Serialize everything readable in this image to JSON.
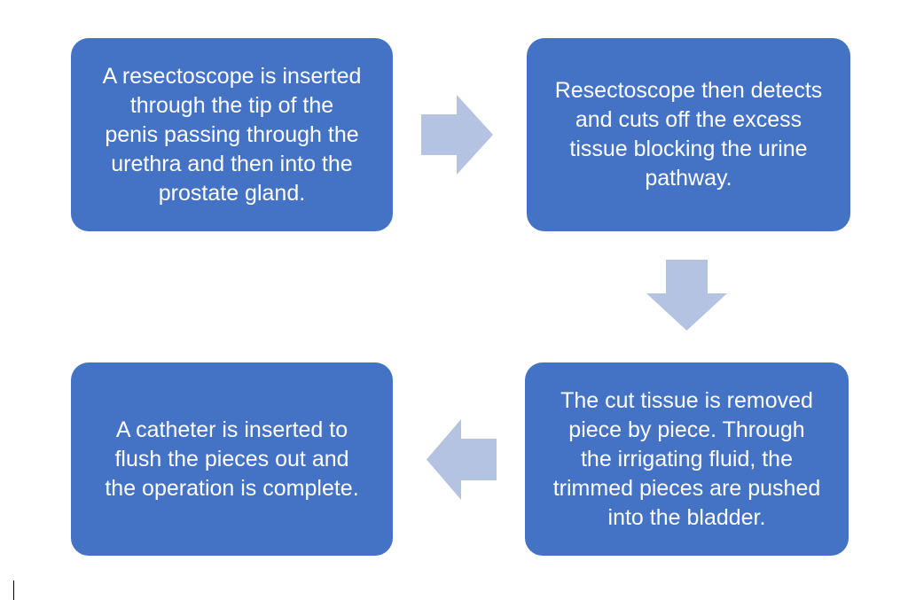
{
  "colors": {
    "step_fill": "#4472c4",
    "arrow_fill": "#b4c3e1",
    "text": "#ffffff",
    "background": "#ffffff"
  },
  "steps": [
    {
      "text": "A resectoscope is inserted\nthrough the tip of the\npenis passing through the\nurethra and then into the\nprostate gland."
    },
    {
      "text": "Resectoscope then detects\nand cuts off the excess\ntissue blocking the urine\npathway."
    },
    {
      "text": "The cut tissue is removed\npiece by piece. Through\nthe irrigating fluid, the\ntrimmed pieces are pushed\ninto the bladder."
    },
    {
      "text": "A catheter is inserted to\nflush the pieces out and\nthe operation is complete."
    }
  ],
  "arrows": [
    {
      "icon": "arrow-right-icon",
      "from": 1,
      "to": 2
    },
    {
      "icon": "arrow-down-icon",
      "from": 2,
      "to": 3
    },
    {
      "icon": "arrow-left-icon",
      "from": 3,
      "to": 4
    }
  ]
}
